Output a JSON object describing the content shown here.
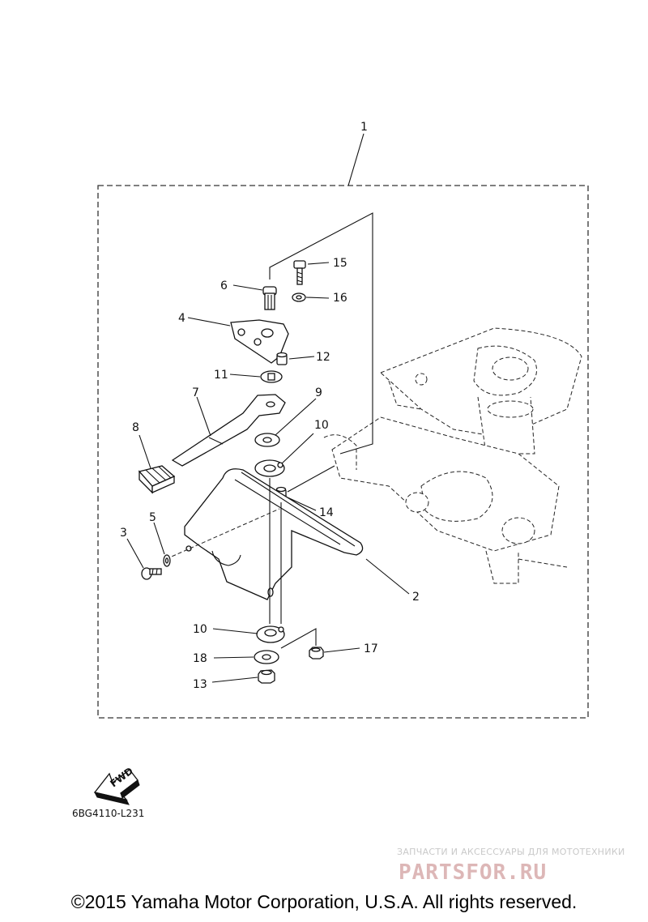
{
  "callouts": {
    "c1": "1",
    "c2": "2",
    "c3": "3",
    "c4": "4",
    "c5": "5",
    "c6": "6",
    "c7": "7",
    "c8": "8",
    "c9": "9",
    "c10a": "10",
    "c10b": "10",
    "c11": "11",
    "c12": "12",
    "c13": "13",
    "c14": "14",
    "c15": "15",
    "c16": "16",
    "c17": "17",
    "c18": "18"
  },
  "fwd_label": "FWD",
  "diagram_code": "6BG4110-L231",
  "watermark": {
    "tagline": "ЗАПЧАСТИ И АКСЕССУАРЫ ДЛЯ МОТОТЕХНИКИ",
    "logo": "PARTSFOR.RU"
  },
  "copyright": "©2015 Yamaha Motor Corporation, U.S.A. All rights reserved."
}
